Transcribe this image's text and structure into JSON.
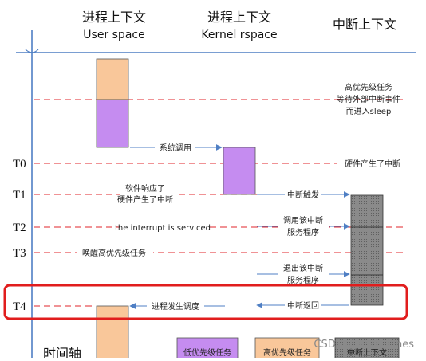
{
  "columns": {
    "user": {
      "title_zh": "进程上下文",
      "title_en": "User space"
    },
    "kernel": {
      "title_zh": "进程上下文",
      "title_en": "Kernel rspace"
    },
    "interrupt": {
      "title_zh": "中断上下文"
    }
  },
  "ticks": [
    "T0",
    "T1",
    "T2",
    "T3",
    "T4"
  ],
  "notes": {
    "high_priority_wait": [
      "高优先级任务",
      "等待外部中断事件",
      "而进入sleep"
    ],
    "syscall": "系统调用",
    "hw_interrupt": "硬件产生了中断",
    "sw_respond": [
      "软件响应了",
      "硬件产生了中断"
    ],
    "irq_trigger": "中断触发",
    "irq_serviced": "the interrupt is serviced",
    "call_isr": [
      "调用该中断",
      "服务程序"
    ],
    "wake_high": "唤醒高优先级任务",
    "exit_isr": [
      "退出该中断",
      "服务程序"
    ],
    "irq_return": "中断返回",
    "sched": "进程发生调度"
  },
  "legend": {
    "timeline": "时间轴",
    "low": "低优先级任务",
    "high": "高优先级任务",
    "irq": "中断上下文"
  },
  "watermark": "CSDN @Andy Pines",
  "colors": {
    "axis": "#4f7fc4",
    "dashed": "#e0242b",
    "orange": "#f9c79a",
    "purple": "#c58cf0",
    "gray": "#7f7f7f",
    "highlight": "#e11d1d"
  }
}
